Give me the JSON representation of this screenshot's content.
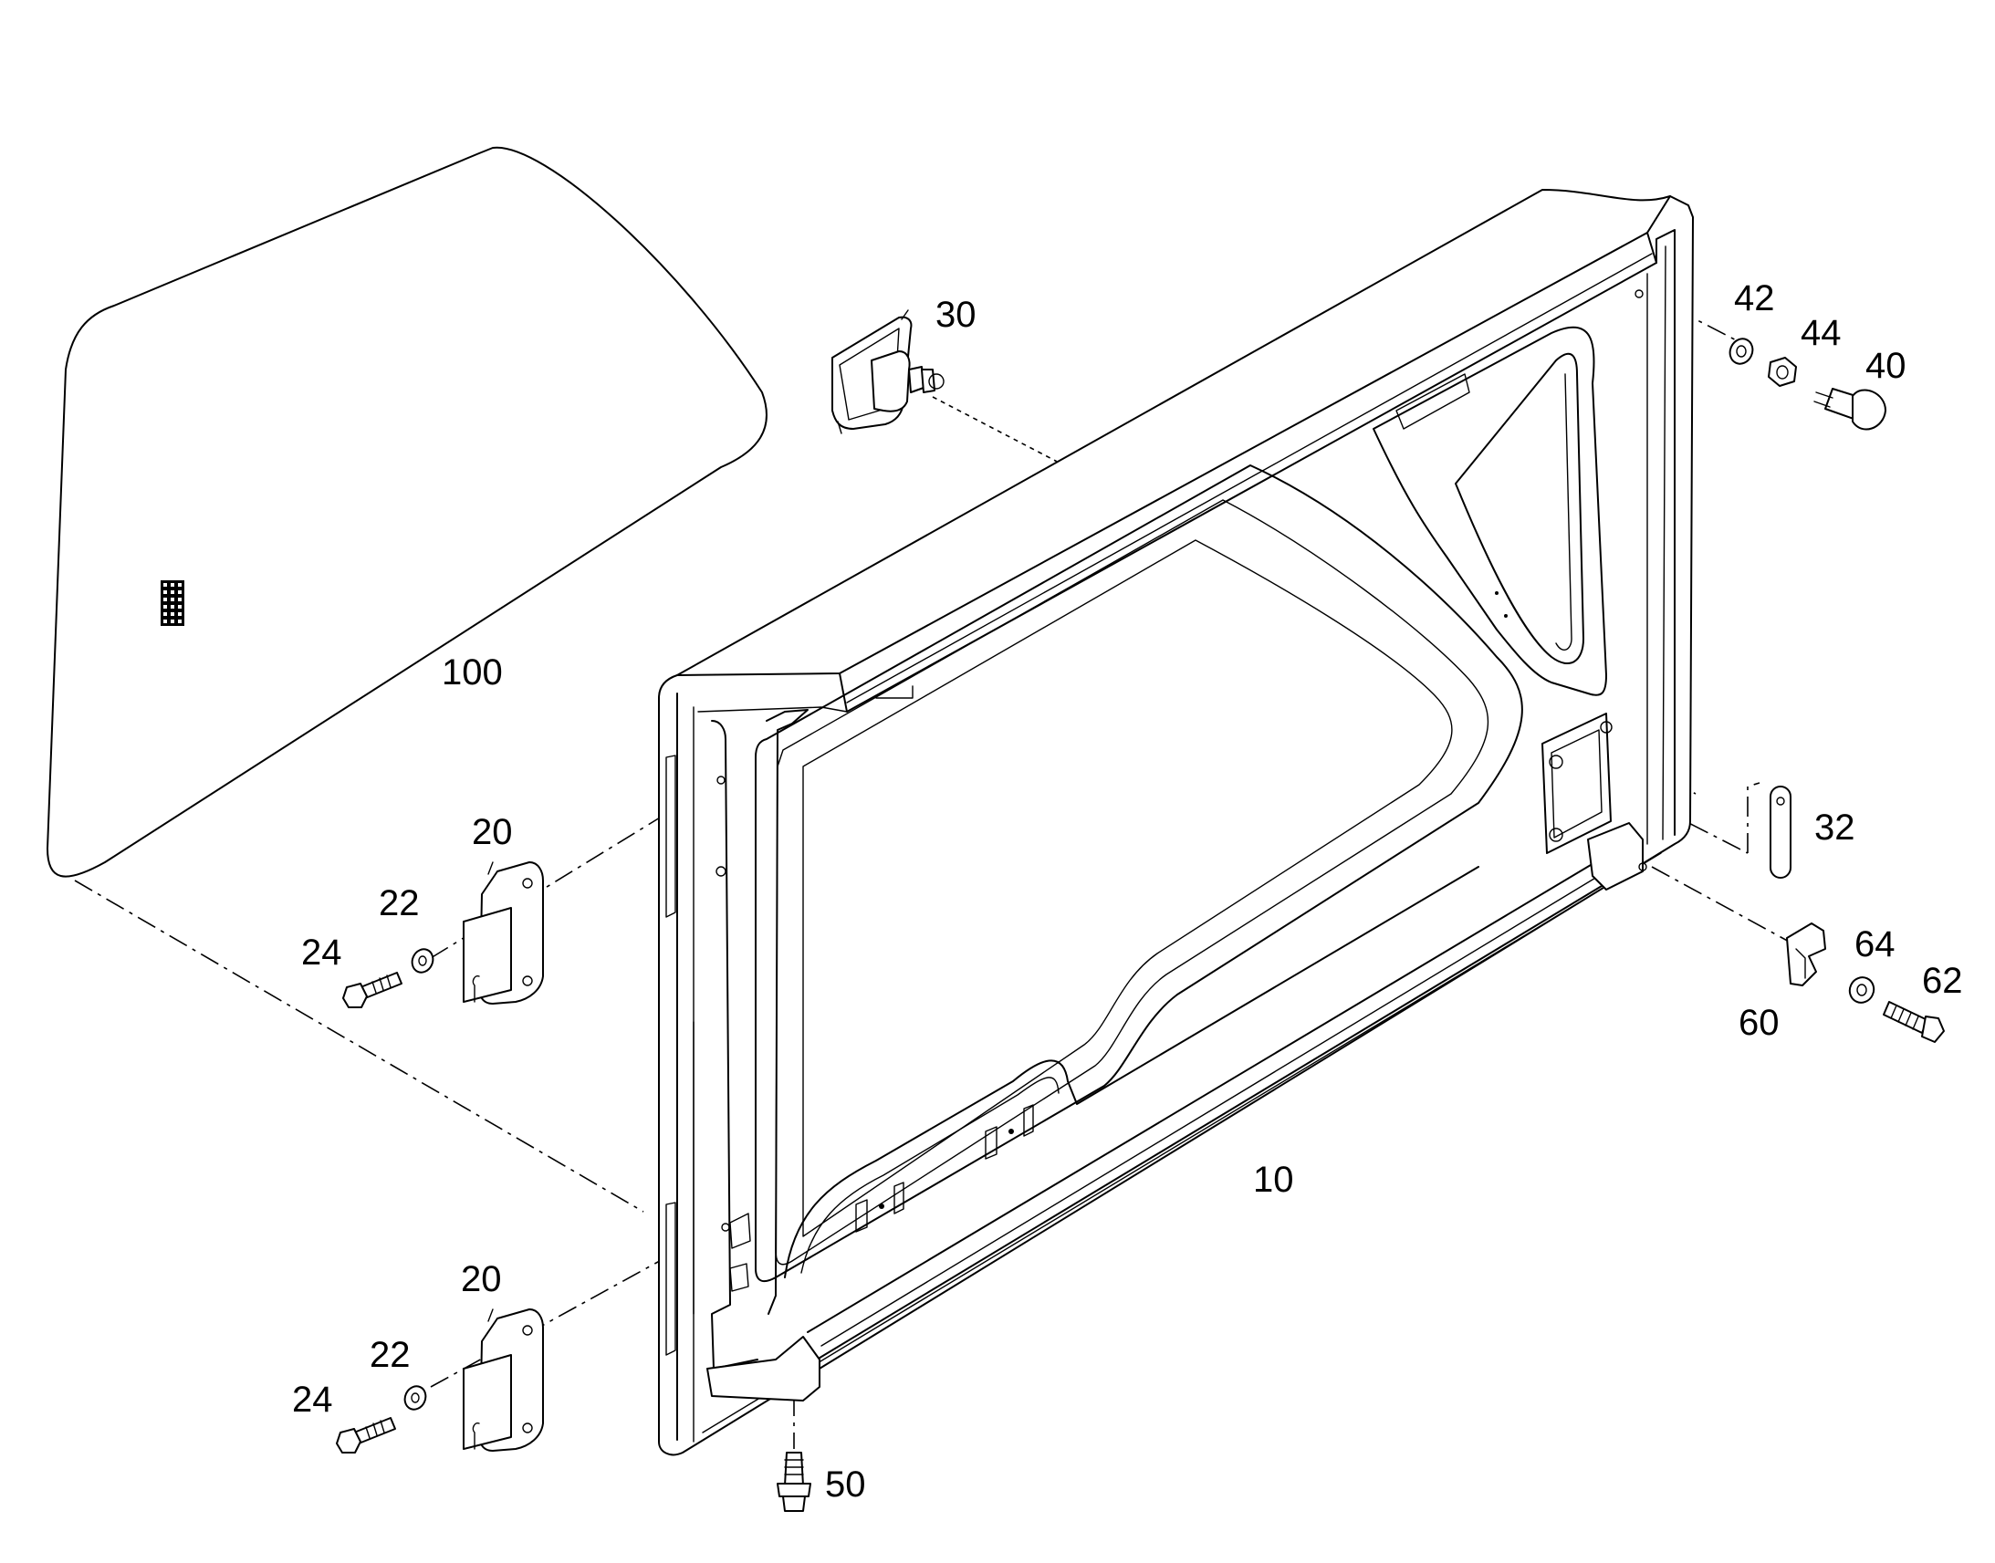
{
  "callouts": [
    {
      "id": "c100",
      "text": "100"
    },
    {
      "id": "c30",
      "text": "30"
    },
    {
      "id": "c42",
      "text": "42"
    },
    {
      "id": "c44",
      "text": "44"
    },
    {
      "id": "c40",
      "text": "40"
    },
    {
      "id": "c32",
      "text": "32"
    },
    {
      "id": "c64",
      "text": "64"
    },
    {
      "id": "c62",
      "text": "62"
    },
    {
      "id": "c60",
      "text": "60"
    },
    {
      "id": "c10",
      "text": "10"
    },
    {
      "id": "c20a",
      "text": "20"
    },
    {
      "id": "c22a",
      "text": "22"
    },
    {
      "id": "c24a",
      "text": "24"
    },
    {
      "id": "c20b",
      "text": "20"
    },
    {
      "id": "c22b",
      "text": "22"
    },
    {
      "id": "c24b",
      "text": "24"
    },
    {
      "id": "c50",
      "text": "50"
    }
  ]
}
